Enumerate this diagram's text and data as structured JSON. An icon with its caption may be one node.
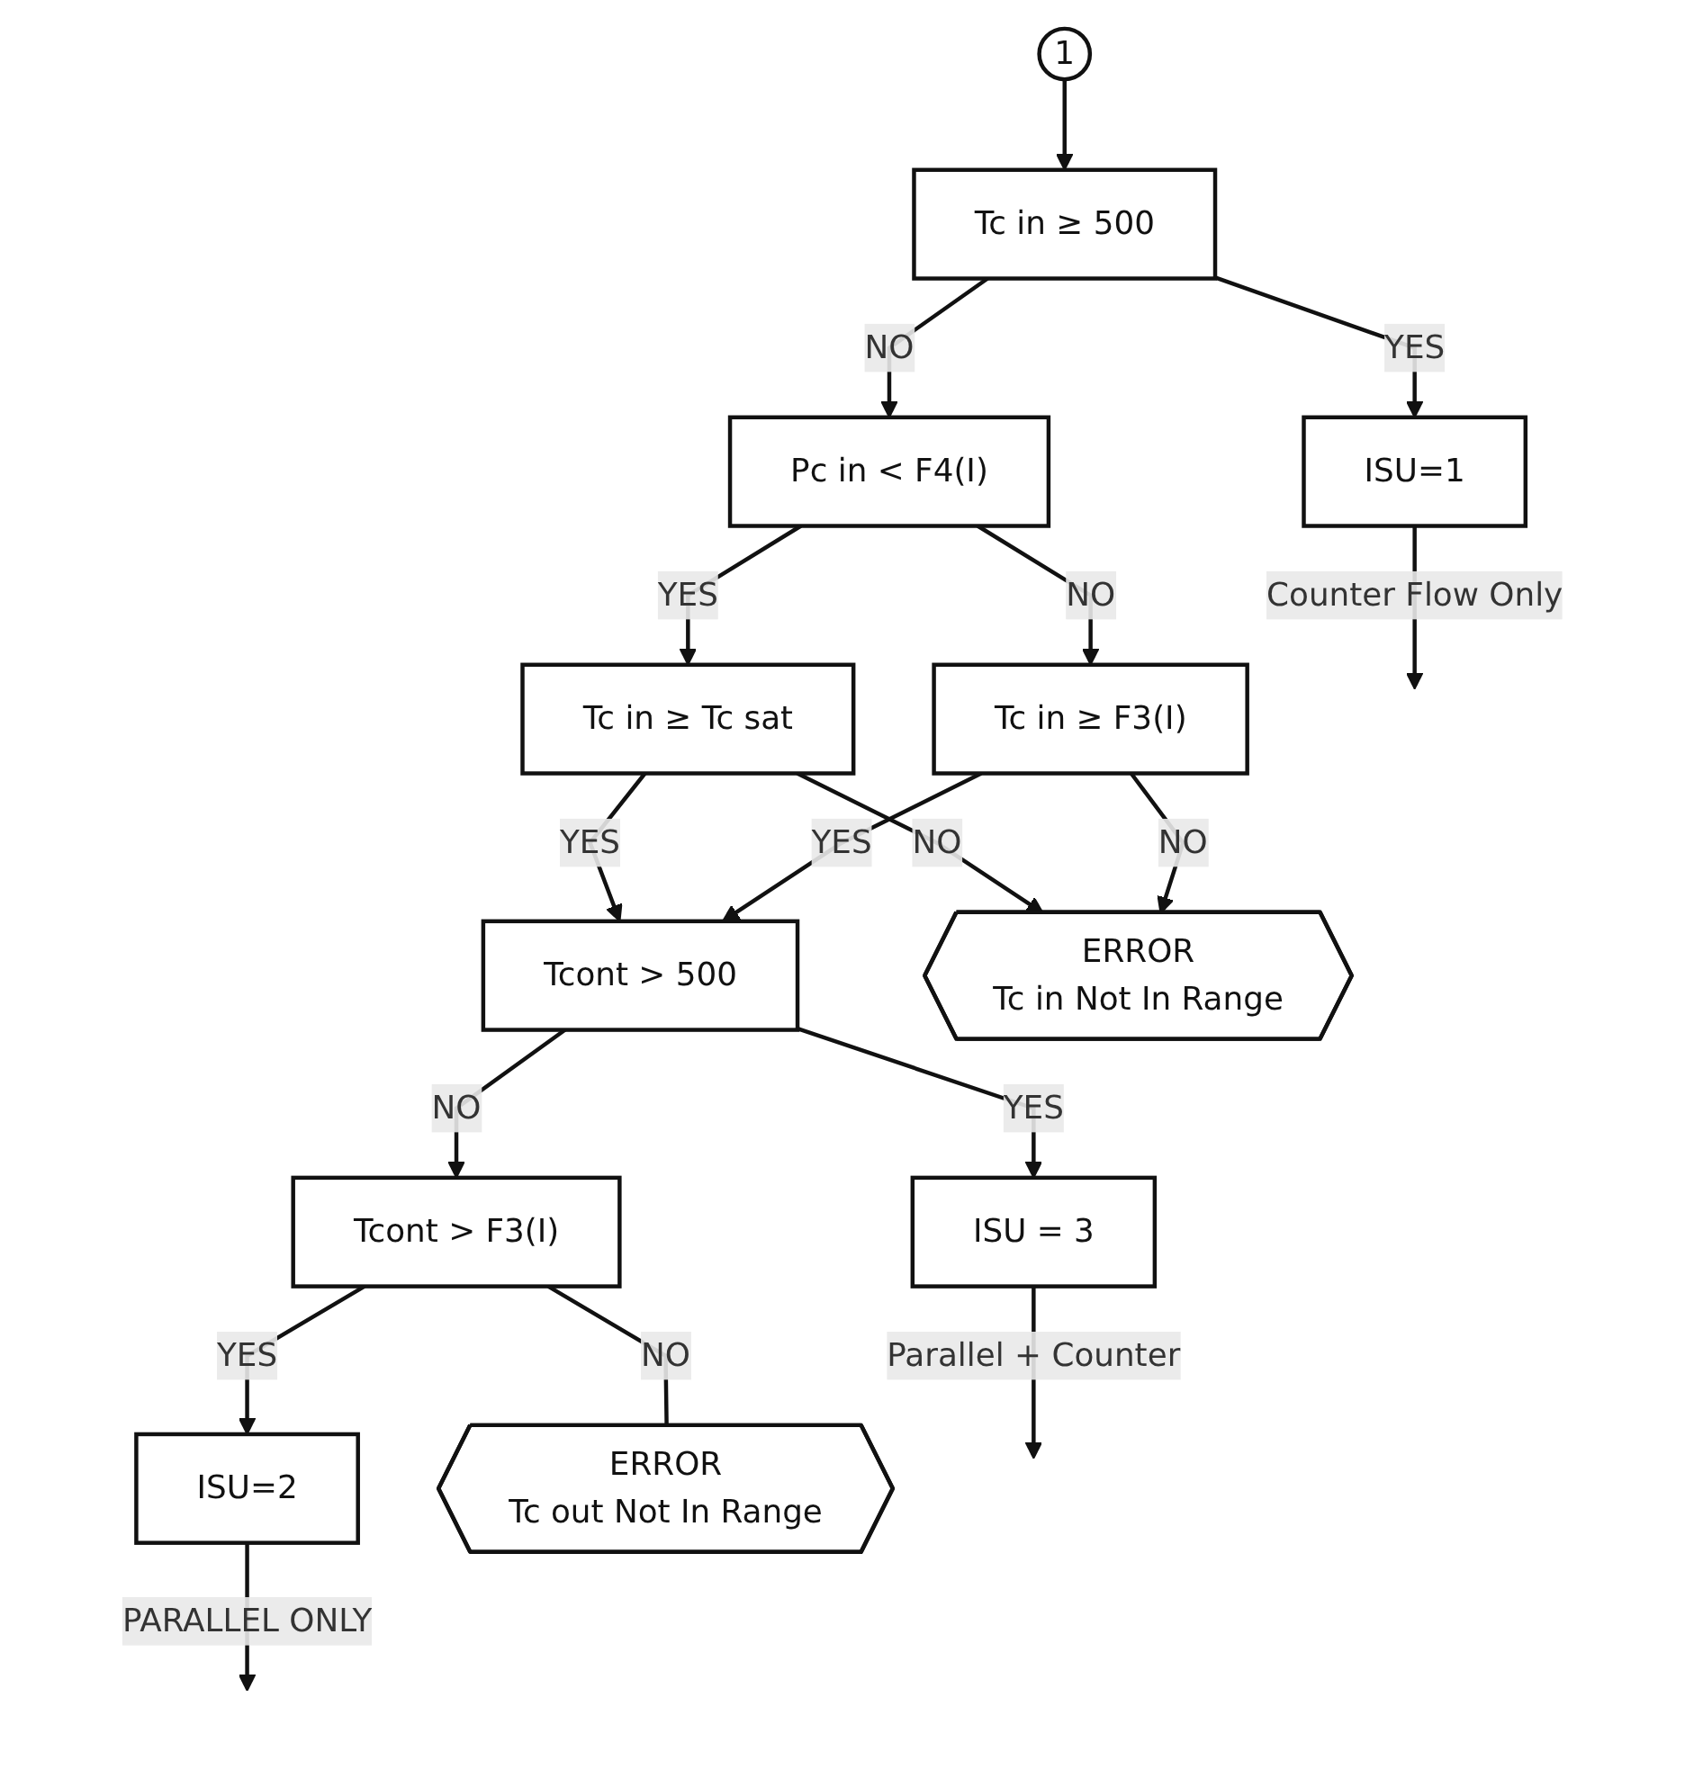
{
  "diagram": {
    "nodes": [
      {
        "text": [
          "1"
        ]
      },
      {
        "text": [
          "Tc in ≥ 500"
        ]
      },
      {
        "text": [
          "ISU=1"
        ]
      },
      {
        "text": [
          "Pc in < F4(I)"
        ]
      },
      {
        "text": [
          "Tc in ≥ Tc sat"
        ]
      },
      {
        "text": [
          "Tc in ≥ F3(I)"
        ]
      },
      {
        "text": [
          "Tcont > 500"
        ]
      },
      {
        "text": [
          "ISU = 3"
        ]
      },
      {
        "text": [
          "Tcont > F3(I)"
        ]
      },
      {
        "text": [
          "ISU=2"
        ]
      },
      {
        "text": [
          "ERROR",
          "Tc in Not In Range"
        ]
      },
      {
        "text": [
          "ERROR",
          "Tc out Not In Range"
        ]
      }
    ],
    "edges": [
      {
        "from": 0,
        "to": 1,
        "arrow": "to"
      },
      {
        "from": 1,
        "to": 2,
        "arrow": "to",
        "label": "YES"
      },
      {
        "from": 1,
        "to": 3,
        "arrow": "to",
        "label": "NO"
      },
      {
        "from": 2,
        "to": null,
        "arrow": "to",
        "label": "Counter Flow Only"
      },
      {
        "from": 3,
        "to": 4,
        "arrow": "to",
        "label": "YES"
      },
      {
        "from": 3,
        "to": 5,
        "arrow": "to",
        "label": "NO"
      },
      {
        "from": 4,
        "to": 10,
        "arrow": "to",
        "label": "NO"
      },
      {
        "from": 4,
        "to": 6,
        "arrow": "to",
        "label": "YES"
      },
      {
        "from": 5,
        "to": 10,
        "arrow": "to",
        "label": "NO"
      },
      {
        "from": 5,
        "to": 6,
        "arrow": "to",
        "label": "YES"
      },
      {
        "from": 6,
        "to": 7,
        "arrow": "to",
        "label": "YES"
      },
      {
        "from": 6,
        "to": 8,
        "arrow": "to",
        "label": "NO"
      },
      {
        "from": 7,
        "to": null,
        "arrow": "to",
        "label": "Parallel + Counter"
      },
      {
        "from": 8,
        "to": 11,
        "arrow": "none",
        "label": "NO"
      },
      {
        "from": 8,
        "to": 9,
        "arrow": "to",
        "label": "YES"
      },
      {
        "from": 9,
        "to": null,
        "arrow": "to",
        "label": "PARALLEL ONLY"
      }
    ]
  }
}
